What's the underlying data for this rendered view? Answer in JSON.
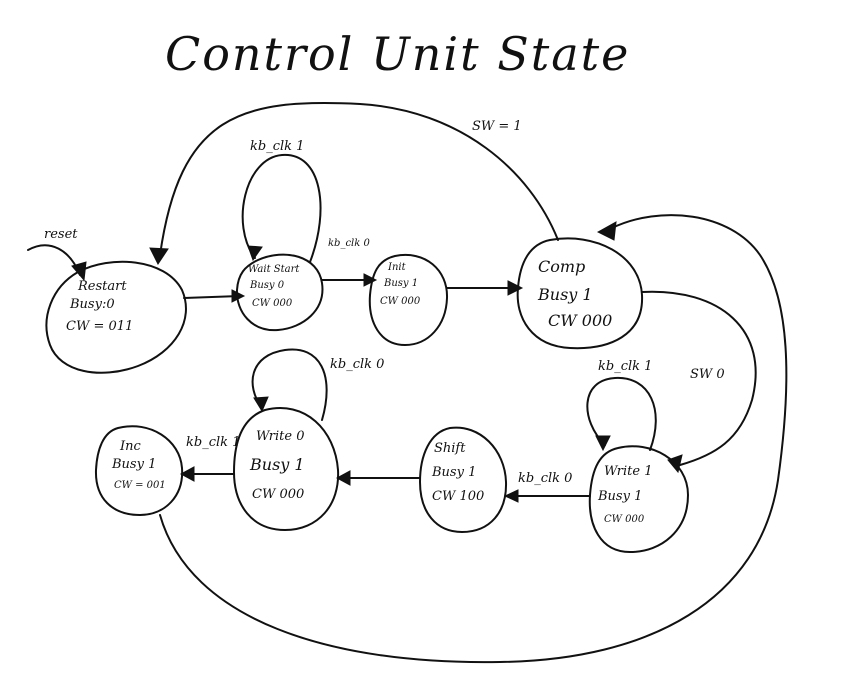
{
  "title": "Control Unit State",
  "reset_label": "reset",
  "states": {
    "restart": {
      "lines": [
        "Restart",
        "Busy:0",
        "CW = 011"
      ]
    },
    "wait_start": {
      "lines": [
        "Wait Start",
        "Busy 0",
        "CW 000"
      ]
    },
    "init": {
      "lines": [
        "Init",
        "Busy 1",
        "CW 000"
      ]
    },
    "comp": {
      "lines": [
        "Comp",
        "Busy 1",
        "CW 000"
      ]
    },
    "write1": {
      "lines": [
        "Write 1",
        "Busy 1",
        "CW 000"
      ]
    },
    "shift": {
      "lines": [
        "Shift",
        "Busy 1",
        "CW 100"
      ]
    },
    "write0": {
      "lines": [
        "Write 0",
        "Busy 1",
        "CW 000"
      ]
    },
    "inc": {
      "lines": [
        "Inc",
        "Busy 1",
        "CW = 001"
      ]
    }
  },
  "transitions": {
    "wait_self": "kb_clk 1",
    "wait_to_init": "kb_clk 0",
    "comp_to_restart": "SW = 1",
    "comp_to_write1": "SW 0",
    "write1_self": "kb_clk 1",
    "write1_to_shift": "kb_clk 0",
    "write0_self": "kb_clk 0",
    "write0_to_inc": "kb_clk 1"
  }
}
